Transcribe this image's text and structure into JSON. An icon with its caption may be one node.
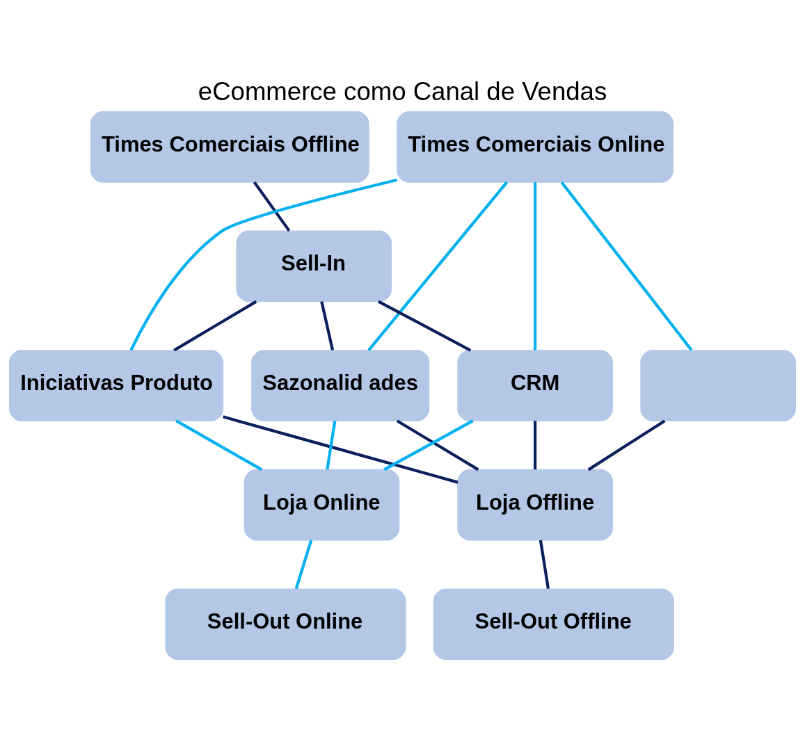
{
  "diagram": {
    "title": "eCommerce como Canal de Vendas",
    "nodes": [
      {
        "text": [
          "Times Comerciais Offline"
        ]
      },
      {
        "text": [
          "Times Comerciais Online"
        ]
      },
      {
        "text": [
          "Sell-In"
        ]
      },
      {
        "text": [
          "Iniciativas Produto"
        ]
      },
      {
        "text": [
          "Sazonalid ades"
        ]
      },
      {
        "text": [
          "CRM"
        ]
      },
      {
        "text": [],
        "shape": "box"
      },
      {
        "text": [
          "Loja Offline"
        ]
      },
      {
        "text": [
          "Loja Online"
        ]
      },
      {
        "text": [
          "Sell-Out Offline"
        ]
      },
      {
        "text": [
          "Sell-Out Online"
        ]
      }
    ],
    "edges": [
      {
        "from": 0,
        "to": 2,
        "arrow": "none"
      },
      {
        "from": 1,
        "to": 3,
        "arrow": "none",
        "color": "#00b0f0"
      },
      {
        "from": 1,
        "to": 4,
        "arrow": "none",
        "color": "#00b0f0"
      },
      {
        "from": 1,
        "to": 5,
        "arrow": "none",
        "color": "#00b0f0"
      },
      {
        "from": 1,
        "to": 6,
        "arrow": "none",
        "color": "#00b0f0"
      },
      {
        "from": 2,
        "to": 3,
        "arrow": "none"
      },
      {
        "from": 2,
        "to": 4,
        "arrow": "none"
      },
      {
        "from": 2,
        "to": 5,
        "arrow": "none"
      },
      {
        "from": 3,
        "to": 7,
        "arrow": "none"
      },
      {
        "from": 4,
        "to": 7,
        "arrow": "none"
      },
      {
        "from": 5,
        "to": 7,
        "arrow": "none"
      },
      {
        "from": 6,
        "to": 7,
        "arrow": "none"
      },
      {
        "from": 3,
        "to": 8,
        "arrow": "none",
        "color": "#00b0f0"
      },
      {
        "from": 4,
        "to": 8,
        "arrow": "none",
        "color": "#00b0f0"
      },
      {
        "from": 5,
        "to": 8,
        "arrow": "none",
        "color": "#00b0f0"
      },
      {
        "from": 7,
        "to": 9,
        "arrow": "none"
      },
      {
        "from": 8,
        "to": 10,
        "arrow": "none",
        "color": "#00b0f0"
      }
    ]
  }
}
